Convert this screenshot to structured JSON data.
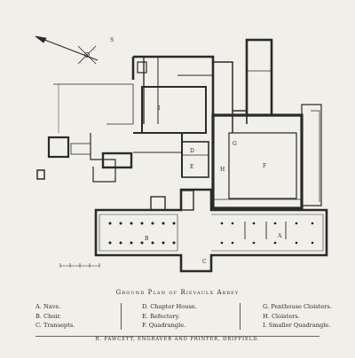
{
  "plan_title": "Ground Plan of Rievaulx Abbey",
  "plan_labels": {
    "A": "A",
    "B": "B",
    "C": "C",
    "D": "D",
    "E": "E",
    "F": "F",
    "G": "G",
    "H": "H",
    "I": "I"
  },
  "compass_letter": "S",
  "legend": {
    "col1": [
      "A. Nave.",
      "B. Choir.",
      "C. Transepts."
    ],
    "col2": [
      "D. Chapter House.",
      "E. Refectory.",
      "F. Quadrangle."
    ],
    "col3": [
      "G. Penthouse Cloisters.",
      "H. Cloisters.",
      "I. Smaller Quadrangle."
    ]
  },
  "printer": "R. FAWCETT, ENGRAVER AND PRINTER, DRIFFIELD.",
  "colors": {
    "ink": "#2a2a2a",
    "paper": "#f1efe9",
    "wall": "#1e1e1e"
  }
}
